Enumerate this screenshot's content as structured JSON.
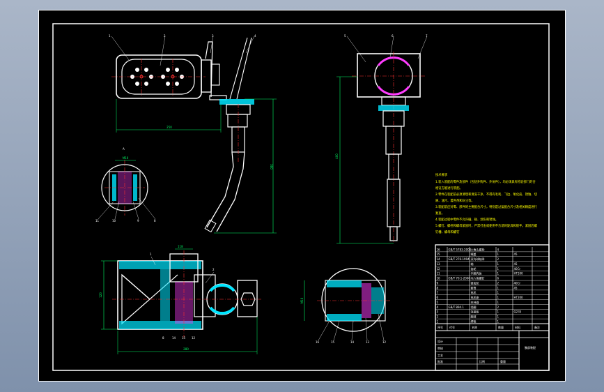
{
  "window": {
    "background": "#8e9eb5",
    "sheet_color": "#000000"
  },
  "colors": {
    "outline": "#ffffff",
    "dimension": "#00ff66",
    "center": "#ff3030",
    "hatch": "#00e5ff",
    "notes": "#ffff00",
    "fill_magenta": "#ff3cff"
  },
  "callouts": {
    "top_left": [
      "1",
      "2",
      "3",
      "4"
    ],
    "top_right": [
      "5",
      "6",
      "7"
    ],
    "section_a": {
      "label": "A",
      "marks": [
        "11",
        "10",
        "9",
        "8"
      ]
    },
    "front": {
      "marks": [
        "1",
        "2",
        "8",
        "14",
        "15",
        "12"
      ]
    },
    "section_b": {
      "marks": [
        "16",
        "15",
        "14",
        "13",
        "12"
      ]
    }
  },
  "dimensions": {
    "d1": "250",
    "d2": "300",
    "d3": "400",
    "d4": "120",
    "d5": "118",
    "d6": "280",
    "d7": "M10"
  },
  "notes": {
    "title": "技术要求",
    "lines": [
      "1.装入装配的零件及部件（包括外购件、外协件），均必须具有检验部门的合",
      "  格证方能进行装配。",
      "2.零件在装配前必须清理和清洗干净，不得有毛刺、飞边、氧化皮、锈蚀、切",
      "  屑、油污、着色剂和灰尘等。",
      "3.装配前应对零、部件的主要配合尺寸，特别是过盈配合尺寸及相关精度进行",
      "  复查。",
      "4.装配过程中零件不允许磕、碰、划伤和锈蚀。",
      "5.螺钉、螺栓和螺母紧固时，严禁打击或使用不合适的旋具和扳手。紧固后螺",
      "  钉槽、螺母和螺钉"
    ]
  },
  "title_block": {
    "header": [
      "序号",
      "代号",
      "名称",
      "数量",
      "材料",
      "备注"
    ],
    "rows": [
      [
        "16",
        "GB/T 5783-2000",
        "六角头螺栓",
        "4",
        "",
        ""
      ],
      [
        "15",
        "",
        "端盖",
        "1",
        "45",
        ""
      ],
      [
        "14",
        "GB/T 276-1994",
        "深沟球轴承",
        "2",
        "",
        ""
      ],
      [
        "13",
        "",
        "轴",
        "1",
        "45",
        ""
      ],
      [
        "12",
        "",
        "齿轮",
        "1",
        "40Cr",
        ""
      ],
      [
        "11",
        "",
        "手腕壳体",
        "1",
        "HT200",
        ""
      ],
      [
        "10",
        "GB/T 70.1-2000",
        "内六角螺钉",
        "6",
        "",
        ""
      ],
      [
        "9",
        "",
        "锥齿轮",
        "2",
        "40Cr",
        ""
      ],
      [
        "8",
        "",
        "套筒",
        "1",
        "45",
        ""
      ],
      [
        "7",
        "",
        "电机",
        "1",
        "",
        ""
      ],
      [
        "6",
        "",
        "电机座",
        "1",
        "HT200",
        ""
      ],
      [
        "5",
        "",
        "夹持器",
        "1",
        "",
        ""
      ],
      [
        "4",
        "GB/T 894.1",
        "挡圈",
        "2",
        "",
        ""
      ],
      [
        "3",
        "",
        "连接板",
        "1",
        "Q235",
        ""
      ],
      [
        "2",
        "",
        "腕部",
        "1",
        "",
        ""
      ],
      [
        "1",
        "",
        "焊枪",
        "1",
        "",
        ""
      ]
    ],
    "drawing_name": "腕部装配",
    "labels": [
      "设计",
      "审核",
      "工艺",
      "批准",
      "比例",
      "重量"
    ]
  }
}
